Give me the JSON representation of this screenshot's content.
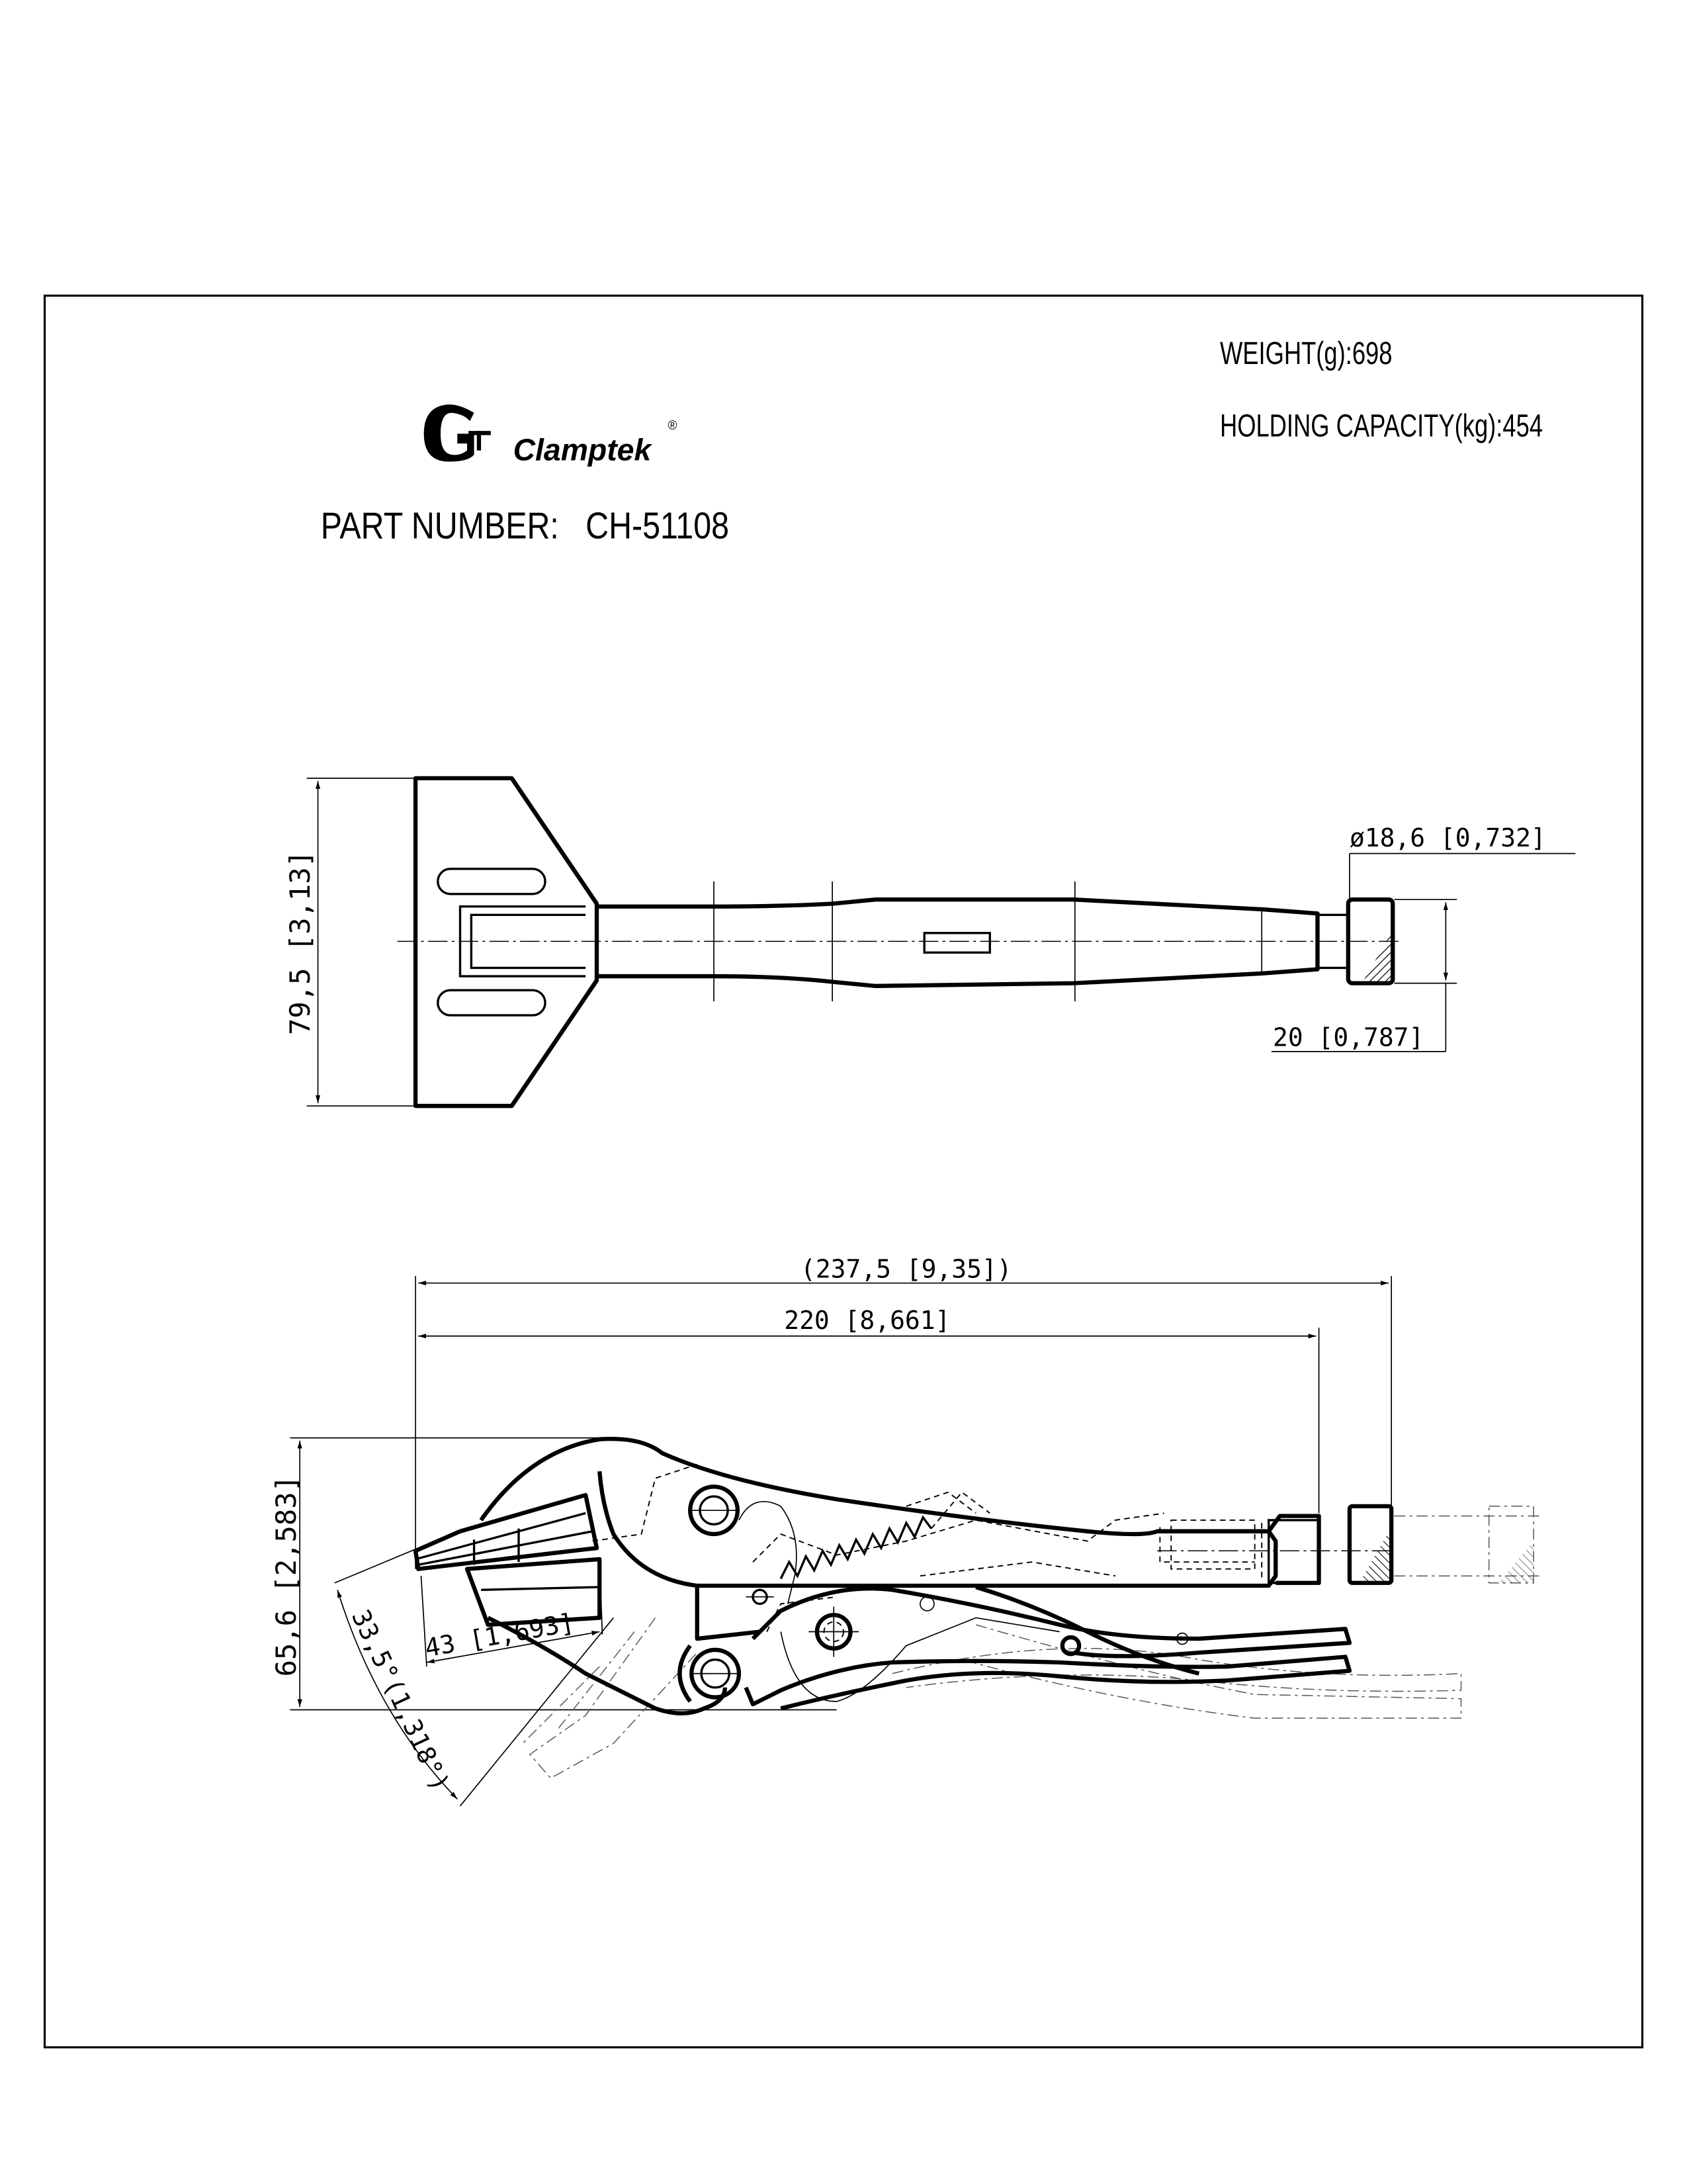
{
  "brand": {
    "name": "Clamptek",
    "registered_mark": "®"
  },
  "part_number": {
    "label": "PART NUMBER:",
    "value": "CH-51108"
  },
  "specs": {
    "weight": "WEIGHT(g):698",
    "holding_capacity": "HOLDING  CAPACITY(kg):454"
  },
  "top_view": {
    "height_dim": "79,5 [3,13]",
    "knob_diameter_dim": "ø18,6 [0,732]",
    "knob_width_dim": "20 [0,787]"
  },
  "side_view": {
    "overall_length_dim": "(237,5 [9,35])",
    "length_dim": "220 [8,661]",
    "height_dim": "65,6 [2,583]",
    "jaw_length_dim": "43 [1,693]",
    "jaw_angle_dim": "33,5°(1,318°)"
  }
}
